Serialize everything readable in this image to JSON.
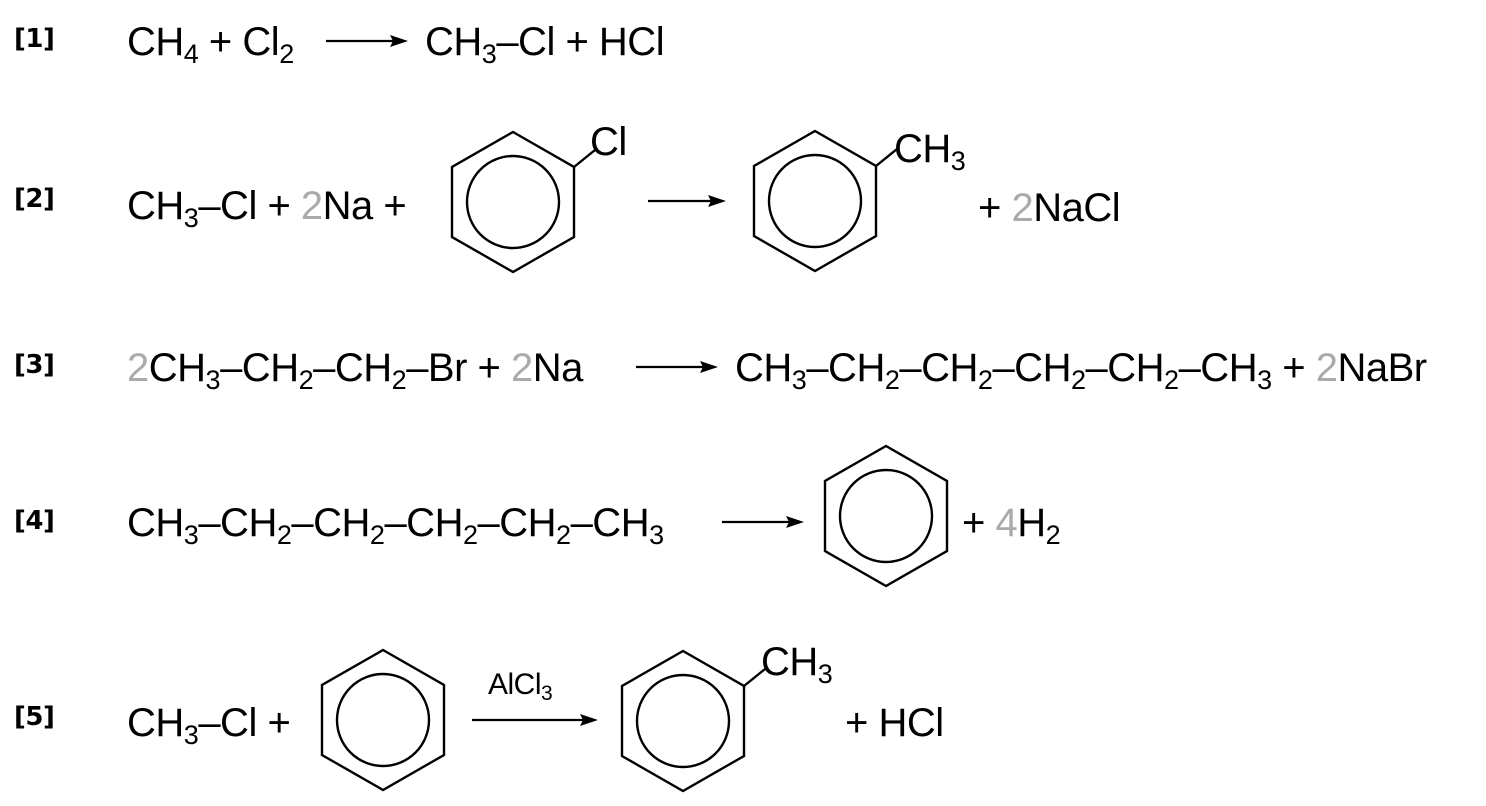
{
  "reactions": [
    {
      "tag": "[1]",
      "lhs_1": "CH",
      "lhs_1_sub": "4",
      "lhs_plus": " + ",
      "lhs_2": "Cl",
      "lhs_2_sub": "2",
      "rhs_1": "CH",
      "rhs_1_sub": "3",
      "rhs_1_tail": "–Cl + HCl"
    },
    {
      "tag": "[2]",
      "lhs_1": "CH",
      "lhs_1_sub": "3",
      "lhs_1_tail": "–Cl + ",
      "lhs_coef": "2",
      "lhs_2": "Na + ",
      "reactant_substituent": "Cl",
      "product_substituent": "CH",
      "product_substituent_sub": "3",
      "rhs_plus": "+ ",
      "rhs_coef": "2",
      "rhs_2": "NaCl"
    },
    {
      "tag": "[3]",
      "lhs_coef": "2",
      "lhs_a": "CH",
      "lhs_a_sub": "3",
      "lhs_b": "–CH",
      "lhs_b_sub": "2",
      "lhs_c": "–CH",
      "lhs_c_sub": "2",
      "lhs_d": "–Br + ",
      "lhs_coef_2": "2",
      "lhs_e": "Na",
      "rhs_a": "CH",
      "rhs_a_sub": "3",
      "rhs_b": "–CH",
      "rhs_b_sub": "2",
      "rhs_c": "–CH",
      "rhs_c_sub": "2",
      "rhs_d": "–CH",
      "rhs_d_sub": "2",
      "rhs_e": "–CH",
      "rhs_e_sub": "2",
      "rhs_f": "–CH",
      "rhs_f_sub": "3",
      "rhs_plus": " + ",
      "rhs_coef": "2",
      "rhs_g": "NaBr"
    },
    {
      "tag": "[4]",
      "lhs_a": "CH",
      "lhs_a_sub": "3",
      "lhs_b": "–CH",
      "lhs_b_sub": "2",
      "lhs_c": "–CH",
      "lhs_c_sub": "2",
      "lhs_d": "–CH",
      "lhs_d_sub": "2",
      "lhs_e": "–CH",
      "lhs_e_sub": "2",
      "lhs_f": "–CH",
      "lhs_f_sub": "3",
      "rhs_plus": "+ ",
      "rhs_coef": "4",
      "rhs_h": "H",
      "rhs_h_sub": "2"
    },
    {
      "tag": "[5]",
      "lhs_1": "CH",
      "lhs_1_sub": "3",
      "lhs_1_tail": "–Cl +",
      "catalyst": "AlCl",
      "catalyst_sub": "3",
      "product_substituent": "CH",
      "product_substituent_sub": "3",
      "rhs_plus": "+ HCl"
    }
  ],
  "colors": {
    "text": "#000000",
    "coefficient": "#aaaaaa",
    "background": "#ffffff"
  }
}
